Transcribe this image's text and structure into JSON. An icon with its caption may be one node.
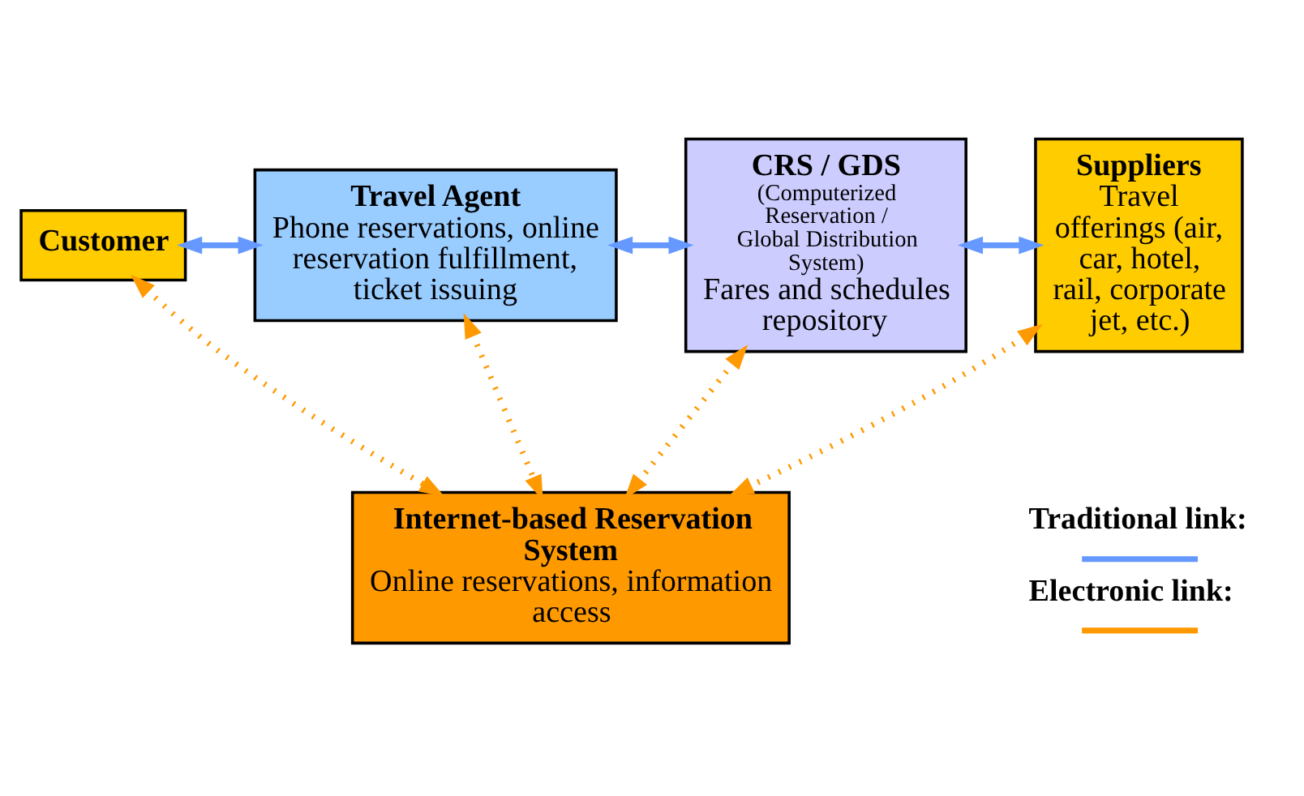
{
  "diagram": {
    "nodes": [
      {
        "text": [
          "Customer"
        ]
      },
      {
        "text": [
          "Travel Agent",
          "Phone reservations, online reservation fulfillment, ticket issuing"
        ]
      },
      {
        "text": [
          "CRS / GDS",
          "(Computerized Reservation / Global Distribution System)",
          "Fares and schedules repository"
        ]
      },
      {
        "text": [
          "Suppliers",
          "Travel offerings (air, car, hotel, rail, corporate jet, etc.)"
        ]
      },
      {
        "text": [
          "Internet-based Reservation System",
          "Online reservations, information access"
        ]
      }
    ],
    "edges": [
      {
        "from": 0,
        "to": 1,
        "arrow": "both",
        "color": "#6699ff"
      },
      {
        "from": 1,
        "to": 2,
        "arrow": "both",
        "color": "#6699ff"
      },
      {
        "from": 2,
        "to": 3,
        "arrow": "both",
        "color": "#6699ff"
      },
      {
        "from": 0,
        "to": 4,
        "arrow": "both",
        "style": "dashed"
      },
      {
        "from": 1,
        "to": 4,
        "arrow": "both",
        "style": "dashed"
      },
      {
        "from": 2,
        "to": 4,
        "arrow": "both",
        "style": "dashed"
      },
      {
        "from": 3,
        "to": 4,
        "arrow": "both",
        "style": "dashed"
      }
    ],
    "legend": [
      {
        "text": "Traditional link:"
      },
      {
        "text": "Electronic link:"
      }
    ]
  }
}
